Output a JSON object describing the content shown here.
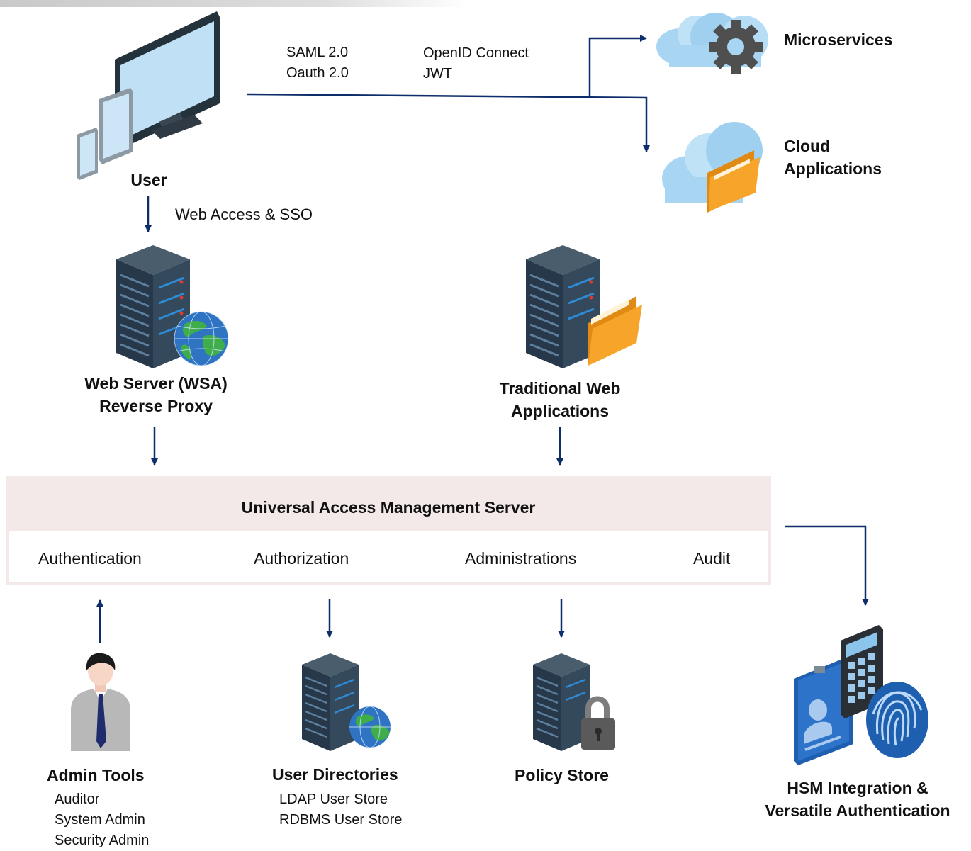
{
  "protocols": {
    "saml": "SAML 2.0",
    "oauth": "Oauth 2.0",
    "openid": "OpenID Connect",
    "jwt": "JWT"
  },
  "user": {
    "label": "User"
  },
  "web_access": {
    "label": "Web Access & SSO"
  },
  "microservices": {
    "label": "Microservices"
  },
  "cloud_apps": {
    "line1": "Cloud",
    "line2": "Applications"
  },
  "web_server": {
    "line1": "Web Server (WSA)",
    "line2": "Reverse Proxy"
  },
  "traditional_apps": {
    "line1": "Traditional Web",
    "line2": "Applications"
  },
  "uam": {
    "title": "Universal Access Management Server",
    "modules": [
      "Authentication",
      "Authorization",
      "Administrations",
      "Audit"
    ]
  },
  "admin_tools": {
    "title": "Admin Tools",
    "items": [
      "Auditor",
      "System Admin",
      "Security Admin"
    ]
  },
  "user_directories": {
    "title": "User Directories",
    "items": [
      "LDAP User Store",
      "RDBMS User Store"
    ]
  },
  "policy_store": {
    "title": "Policy Store"
  },
  "hsm": {
    "line1": "HSM Integration &",
    "line2": "Versatile Authentication"
  },
  "colors": {
    "arrow": "#0d2d6b",
    "server": "#2b3f4f",
    "cloud": "#9fd0ef",
    "folder": "#f6a52a",
    "uam_header": "#f3e9e9"
  }
}
